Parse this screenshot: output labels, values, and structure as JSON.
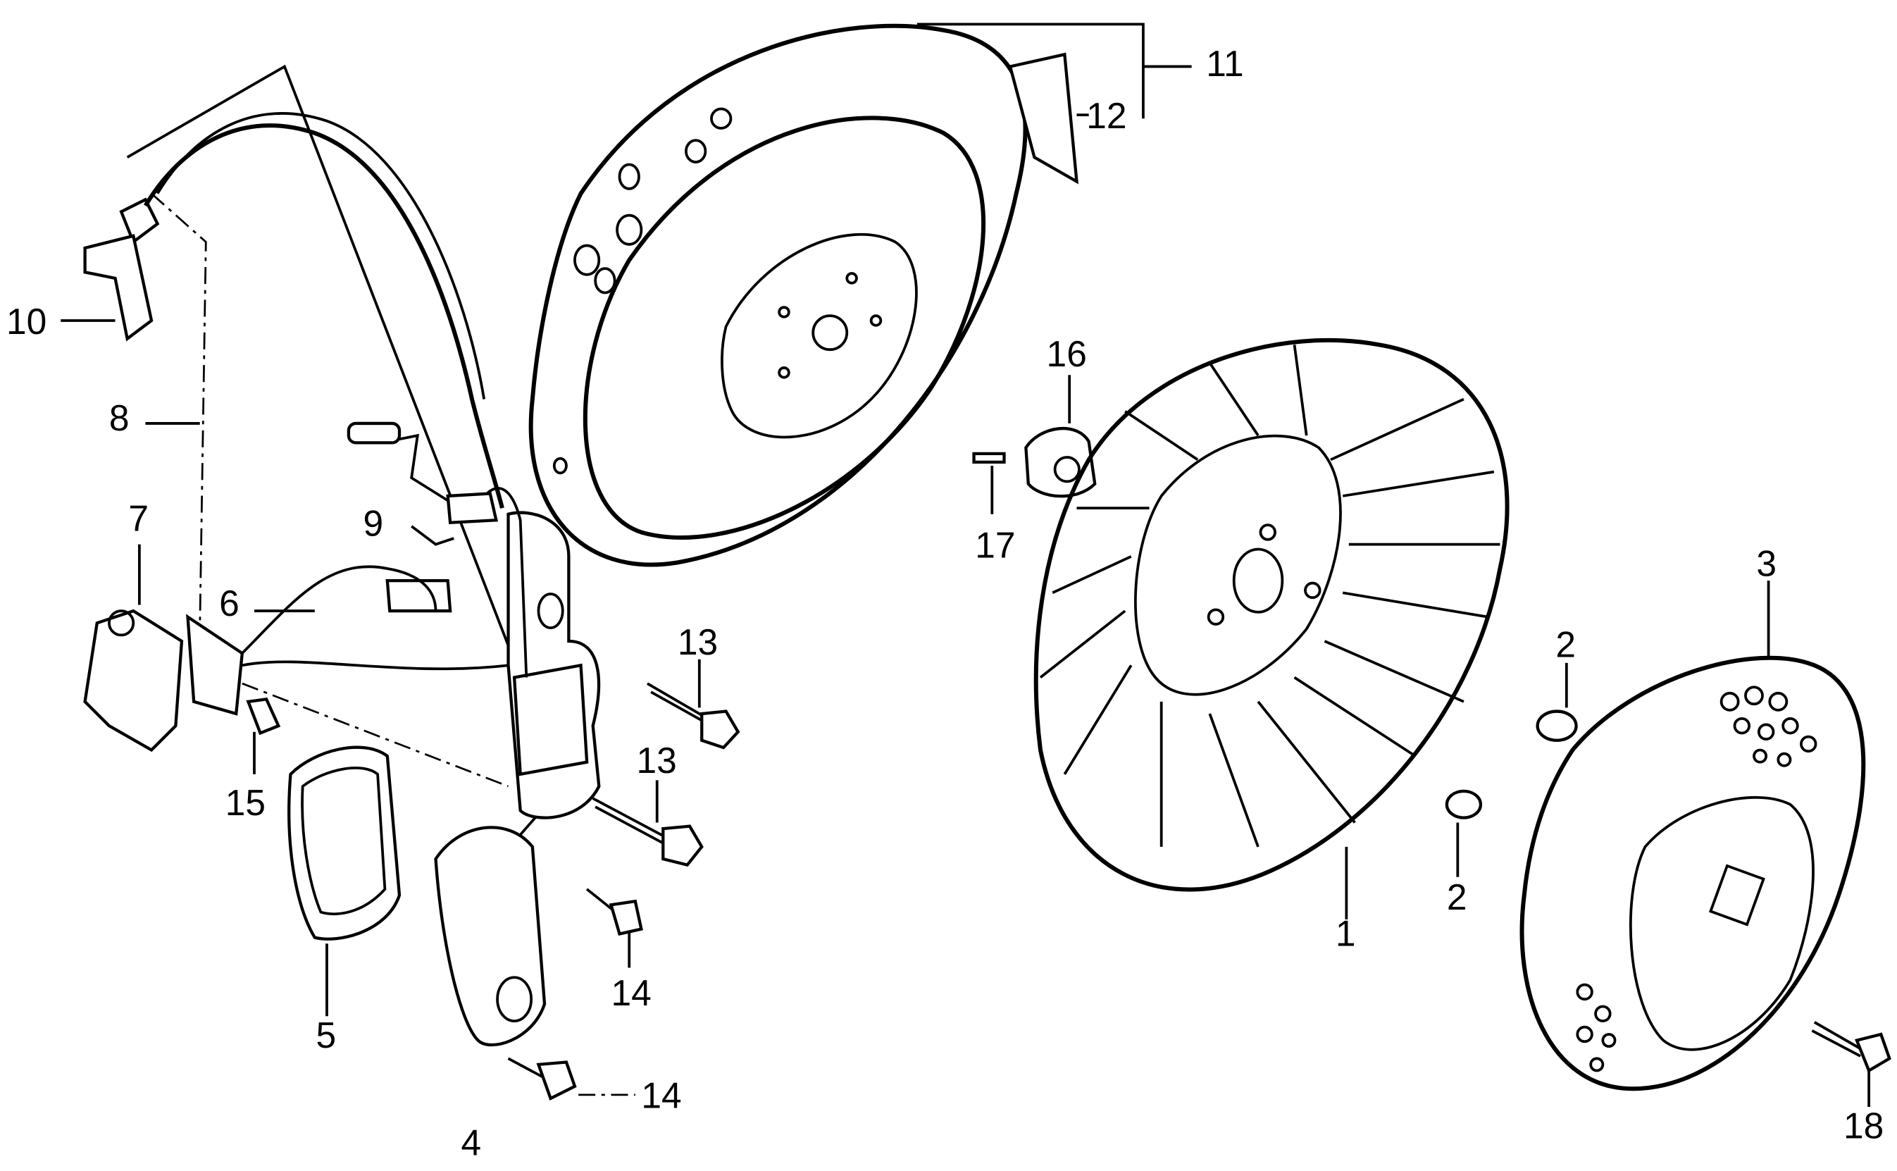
{
  "diagram": {
    "title": "Flywheel / Ignition Coil exploded parts view",
    "callouts": [
      {
        "id": "c1",
        "text": "1"
      },
      {
        "id": "c2a",
        "text": "2"
      },
      {
        "id": "c2b",
        "text": "2"
      },
      {
        "id": "c3",
        "text": "3"
      },
      {
        "id": "c4",
        "text": "4"
      },
      {
        "id": "c5",
        "text": "5"
      },
      {
        "id": "c6",
        "text": "6"
      },
      {
        "id": "c7",
        "text": "7"
      },
      {
        "id": "c8",
        "text": "8"
      },
      {
        "id": "c9",
        "text": "9"
      },
      {
        "id": "c10",
        "text": "10"
      },
      {
        "id": "c11",
        "text": "11"
      },
      {
        "id": "c12",
        "text": "12"
      },
      {
        "id": "c13a",
        "text": "13"
      },
      {
        "id": "c13b",
        "text": "13"
      },
      {
        "id": "c14a",
        "text": "14"
      },
      {
        "id": "c14b",
        "text": "14"
      },
      {
        "id": "c15",
        "text": "15"
      },
      {
        "id": "c16",
        "text": "16"
      },
      {
        "id": "c17",
        "text": "17"
      },
      {
        "id": "c18",
        "text": "18"
      }
    ]
  }
}
